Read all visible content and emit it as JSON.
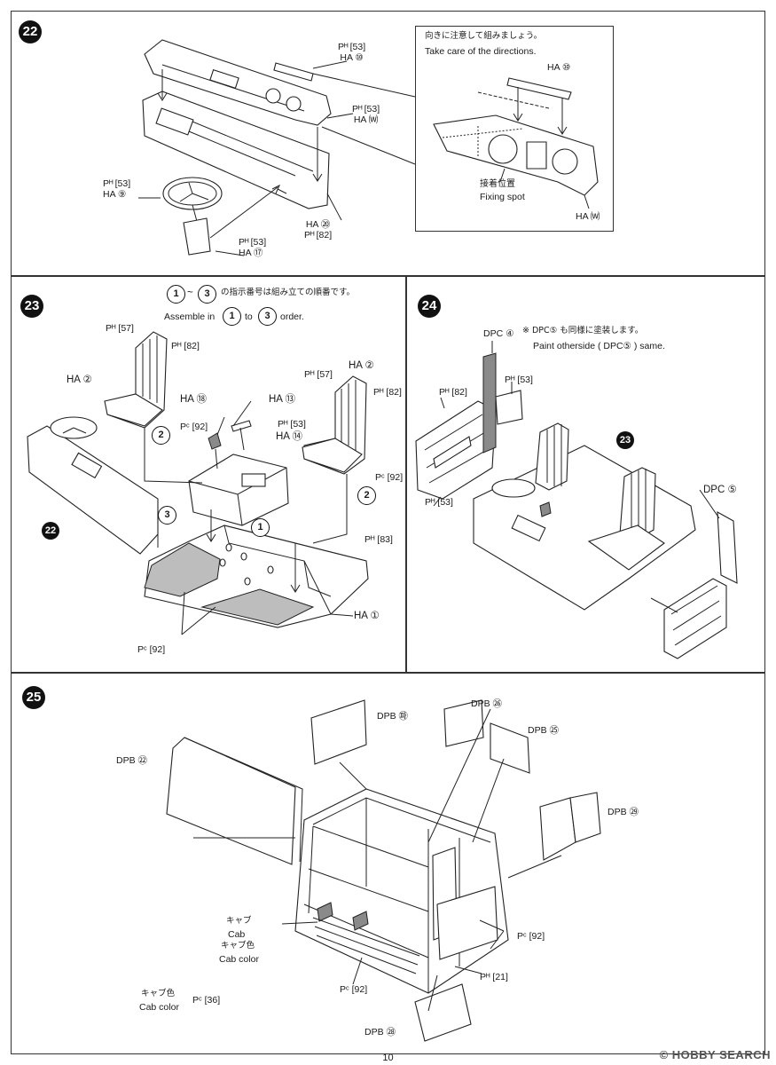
{
  "steps": {
    "s22": {
      "number": "22",
      "parts": {
        "p_ph53a": "Pᴴ [53]\nHA ⑩",
        "p_ha22": "Pᴴ [53]\nHA ⒲",
        "p_ha9": "Pᴴ [53]\nHA ⑨",
        "p_ha17": "Pᴴ [53]\nHA ⑰",
        "p_ha21": "HA ⑳\nPᴴ [82]"
      },
      "inset": {
        "note_jp": "向きに注意して組みましょう。",
        "note_en": "Take care of the directions.",
        "part_top": "HA ⑩",
        "fix_jp": "接着位置",
        "fix_en": "Fixing spot",
        "part_bottom": "HA ⒲"
      }
    },
    "s23": {
      "number": "23",
      "order_jp": "の指示番号は組み立ての順番です。",
      "order_en_pre": "Assemble in",
      "order_en_mid": "to",
      "order_en_post": "order.",
      "o1": "1",
      "o3": "3",
      "o2": "2",
      "labels": {
        "ph57_l": "Pᴴ [57]",
        "ph82_l": "Pᴴ [82]",
        "ha2_l": "HA ②",
        "ha18": "HA ⑱",
        "ha13": "HA ⑬",
        "pc92_a": "Pᶜ [92]",
        "ph53": "Pᴴ [53]",
        "ha14": "HA ⑭",
        "ph57_r": "Pᴴ [57]",
        "ha2_r": "HA ②",
        "ph82_r": "Pᴴ [82]",
        "pc92_b": "Pᶜ [92]",
        "ph83": "Pᴴ [83]",
        "ha1": "HA ①",
        "pc92_c": "Pᶜ [92]",
        "ref22": "22"
      }
    },
    "s24": {
      "number": "24",
      "dpc4": "DPC ④",
      "note_jp": "※ DPC⑤ も同様に塗装します。",
      "note_en": "Paint otherside ( DPC⑤ ) same.",
      "ph82": "Pᴴ [82]",
      "ph53a": "Pᴴ [53]",
      "ph53b": "Pᴴ [53]",
      "ref23": "23",
      "dpc5": "DPC ⑤"
    },
    "s25": {
      "number": "25",
      "dpb35": "DPB ㉺",
      "dpb31": "DPB ㉖",
      "dpb30": "DPB ㉕",
      "dpb27": "DPB ㉒",
      "dpb34": "DPB ㉙",
      "cab_jp": "キャブ",
      "cab_en": "Cab",
      "cabcol_jp": "キャブ色",
      "cabcol_en": "Cab color",
      "pc92_a": "Pᶜ [92]",
      "pc92_b": "Pᶜ [92]",
      "ph21": "Pᴴ [21]",
      "cabcol2_jp": "キャブ色",
      "cabcol2_en": "Cab color",
      "pc36": "Pᶜ [36]",
      "dpb33": "DPB ㉘"
    }
  },
  "footer": {
    "page": "10",
    "watermark": "© HOBBY SEARCH"
  }
}
